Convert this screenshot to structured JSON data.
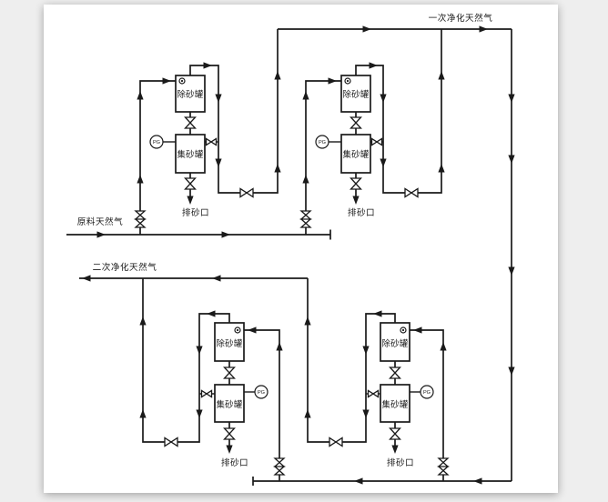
{
  "labels": {
    "raw_gas": "原料天然气",
    "primary_purified_gas": "一次净化天然气",
    "secondary_purified_gas": "二次净化天然气",
    "desander_tank": "除砂罐",
    "sand_collector_tank": "集砂罐",
    "sand_discharge_outlet": "排砂口",
    "pressure_gauge": "PG"
  },
  "colors": {
    "background": "#eeeeee",
    "paper": "#ffffff",
    "line": "#1a1a1a"
  }
}
